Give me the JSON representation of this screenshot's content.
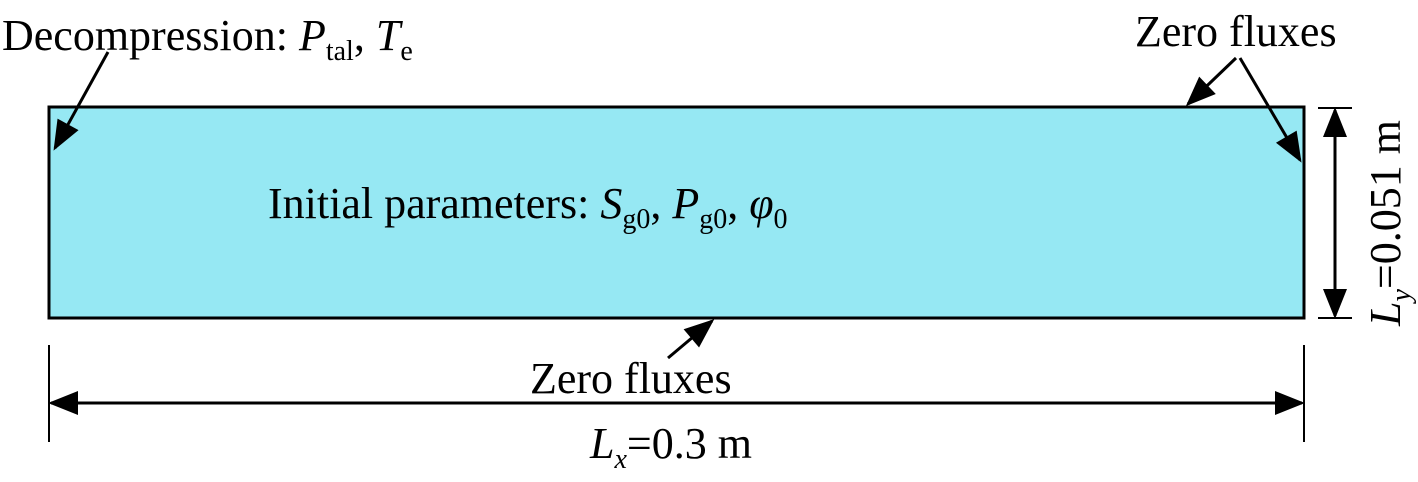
{
  "colors": {
    "domain_fill": "#96e8f3",
    "stroke": "#000000"
  },
  "labels": {
    "decompression": {
      "prefix": "Decompression: ",
      "p": "P",
      "p_sub": "tal",
      "sep": ", ",
      "t": "T",
      "t_sub": "e"
    },
    "zero_fluxes_top": "Zero fluxes",
    "zero_fluxes_bottom": "Zero fluxes",
    "initial": {
      "prefix": "Initial parameters: ",
      "s": "S",
      "s_sub": "g0",
      "sep1": ", ",
      "p": "P",
      "p_sub": "g0",
      "sep2": ", ",
      "phi": "φ",
      "phi_sub": "0"
    },
    "lx": {
      "l": "L",
      "sub": "x",
      "value": "=0.3 m"
    },
    "ly": {
      "l": "L",
      "sub": "y",
      "value": "=0.051 m"
    }
  }
}
